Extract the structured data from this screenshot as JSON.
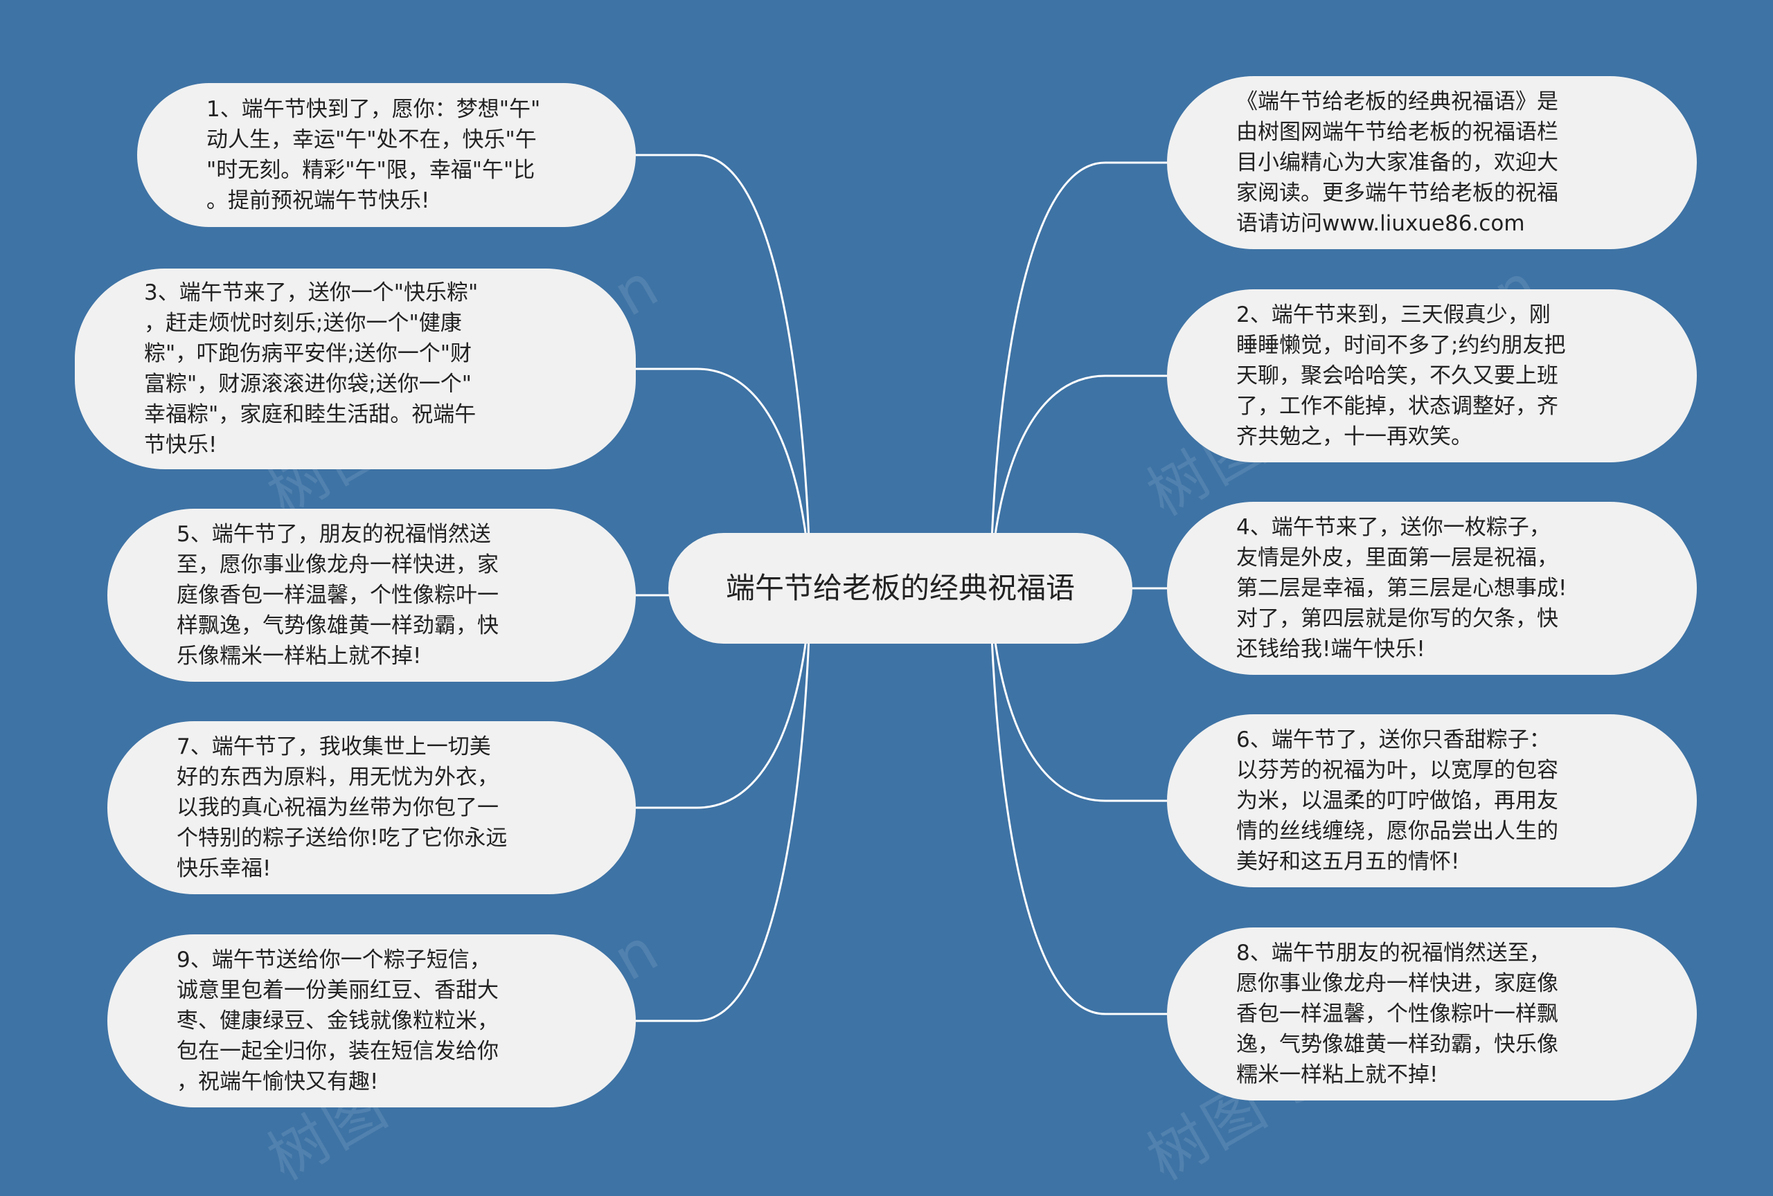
{
  "diagram": {
    "center_title": "端午节给老板的经典祝福语",
    "colors": {
      "background": "#3e73a5",
      "node_fill": "#f1f1f1",
      "link": "#ffffff",
      "text": "#222222"
    },
    "watermark": "树图 shutu.cn",
    "left_nodes": [
      {
        "text": "1、端午节快到了，愿你：梦想\"午\"\n动人生，幸运\"午\"处不在，快乐\"午\n\"时无刻。精彩\"午\"限，幸福\"午\"比\n。提前预祝端午节快乐!"
      },
      {
        "text": "3、端午节来了，送你一个\"快乐粽\"\n，赶走烦忧时刻乐;送你一个\"健康\n粽\"，吓跑伤病平安伴;送你一个\"财\n富粽\"，财源滚滚进你袋;送你一个\"\n幸福粽\"，家庭和睦生活甜。祝端午\n节快乐!"
      },
      {
        "text": "5、端午节了，朋友的祝福悄然送\n至，愿你事业像龙舟一样快进，家\n庭像香包一样温馨，个性像粽叶一\n样飘逸，气势像雄黄一样劲霸，快\n乐像糯米一样粘上就不掉!"
      },
      {
        "text": "7、端午节了，我收集世上一切美\n好的东西为原料，用无忧为外衣，\n以我的真心祝福为丝带为你包了一\n个特别的粽子送给你!吃了它你永远\n快乐幸福!"
      },
      {
        "text": "9、端午节送给你一个粽子短信，\n诚意里包着一份美丽红豆、香甜大\n枣、健康绿豆、金钱就像粒粒米，\n包在一起全归你，装在短信发给你\n，祝端午愉快又有趣!"
      }
    ],
    "right_nodes": [
      {
        "text": "《端午节给老板的经典祝福语》是\n由树图网端午节给老板的祝福语栏\n目小编精心为大家准备的，欢迎大\n家阅读。更多端午节给老板的祝福\n语请访问www.liuxue86.com"
      },
      {
        "text": "2、端午节来到，三天假真少，刚\n睡睡懒觉，时间不多了;约约朋友把\n天聊，聚会哈哈笑，不久又要上班\n了，工作不能掉，状态调整好，齐\n齐共勉之，十一再欢笑。"
      },
      {
        "text": "4、端午节来了，送你一枚粽子，\n友情是外皮，里面第一层是祝福，\n第二层是幸福，第三层是心想事成!\n对了，第四层就是你写的欠条，快\n还钱给我!端午快乐!"
      },
      {
        "text": "6、端午节了，送你只香甜粽子：\n以芬芳的祝福为叶，以宽厚的包容\n为米，以温柔的叮咛做馅，再用友\n情的丝线缠绕，愿你品尝出人生的\n美好和这五月五的情怀!"
      },
      {
        "text": "8、端午节朋友的祝福悄然送至，\n愿你事业像龙舟一样快进，家庭像\n香包一样温馨，个性像粽叶一样飘\n逸，气势像雄黄一样劲霸，快乐像\n糯米一样粘上就不掉!"
      }
    ]
  }
}
